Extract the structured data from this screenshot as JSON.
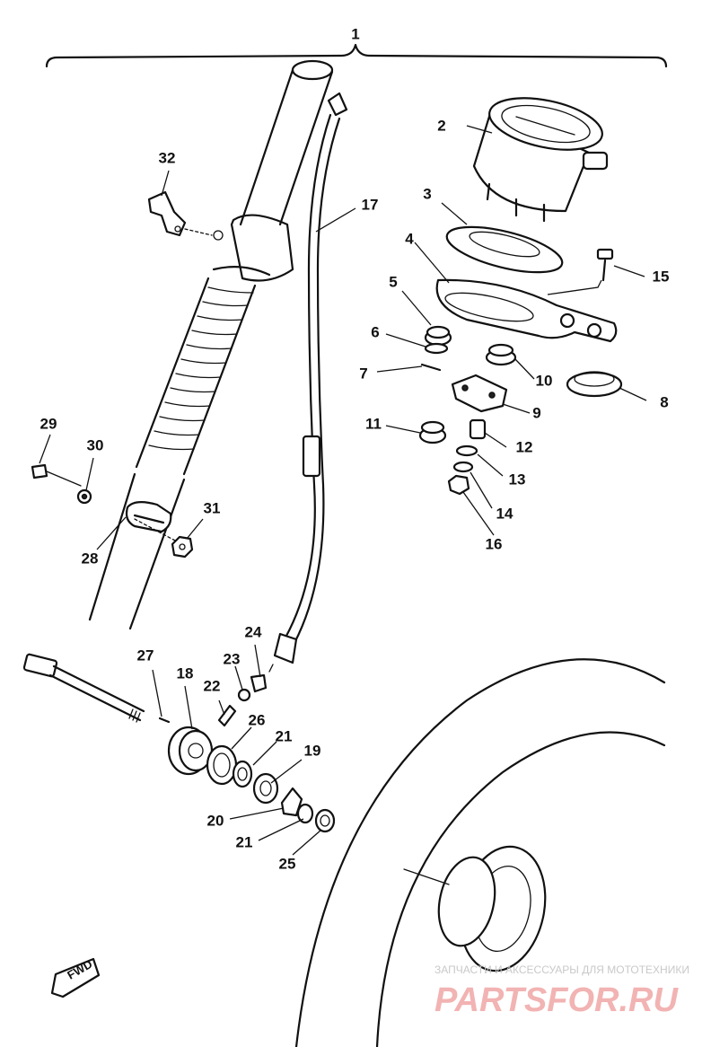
{
  "callouts": {
    "c1": "1",
    "c2": "2",
    "c3": "3",
    "c4": "4",
    "c5": "5",
    "c6": "6",
    "c7": "7",
    "c8": "8",
    "c9": "9",
    "c10": "10",
    "c11": "11",
    "c12": "12",
    "c13": "13",
    "c14": "14",
    "c15": "15",
    "c16": "16",
    "c17": "17",
    "c18": "18",
    "c19": "19",
    "c20": "20",
    "c21a": "21",
    "c21b": "21",
    "c22": "22",
    "c23": "23",
    "c24": "24",
    "c25": "25",
    "c26": "26",
    "c27": "27",
    "c28": "28",
    "c29": "29",
    "c30": "30",
    "c31": "31",
    "c32": "32"
  },
  "direction_badge": "FWD",
  "watermark": {
    "tagline": "ЗАПЧАСТИ И АКСЕССУАРЫ ДЛЯ МОТОТЕХНИКИ",
    "logo": "PARTSFOR.RU"
  },
  "colors": {
    "line": "#111111",
    "background": "#ffffff",
    "watermark_logo": "#f2b3b3",
    "watermark_text": "#c9c9c9"
  }
}
